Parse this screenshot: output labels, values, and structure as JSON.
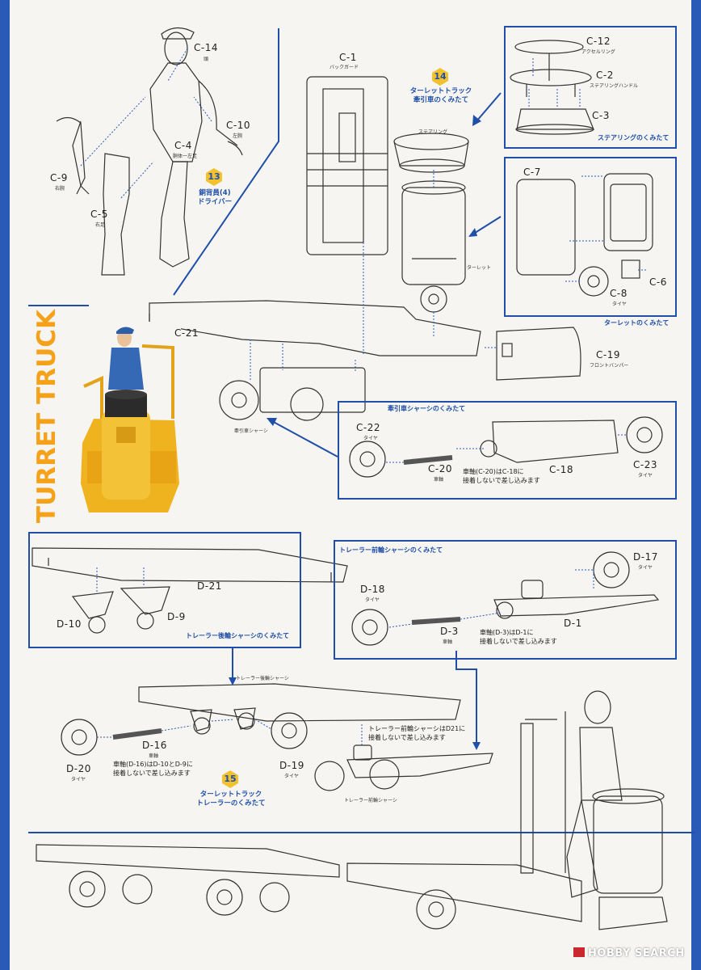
{
  "vertical_title": "TURRET TRUCK",
  "steps": {
    "s13": {
      "number": "13",
      "title": "銅背員(4)",
      "subtitle": "ドライバー"
    },
    "s14": {
      "number": "14",
      "title": "ターレットトラック",
      "subtitle": "牽引車のくみたて"
    },
    "s15": {
      "number": "15",
      "title": "ターレットトラック",
      "subtitle": "トレーラーのくみたて"
    }
  },
  "driver_parts": {
    "c14": {
      "code": "C-14",
      "name": "頭"
    },
    "c10": {
      "code": "C-10",
      "name": "左腕"
    },
    "c4": {
      "code": "C-4",
      "name": "胴体一左足"
    },
    "c9": {
      "code": "C-9",
      "name": "右腕"
    },
    "c5": {
      "code": "C-5",
      "name": "右足"
    }
  },
  "truck_parts": {
    "c1": {
      "code": "C-1",
      "name": "バックガード"
    },
    "steering": {
      "name": "ステアリング"
    },
    "turret": {
      "name": "ターレット"
    },
    "c21": {
      "code": "C-21"
    },
    "chassis": {
      "name": "牽引車シャーシ"
    },
    "c19": {
      "code": "C-19",
      "name": "フロントバンパー"
    }
  },
  "steering_box": {
    "c12": {
      "code": "C-12",
      "name": "アクセルリング"
    },
    "c2": {
      "code": "C-2",
      "name": "ステアリングハンドル"
    },
    "c3": {
      "code": "C-3"
    },
    "caption": "ステアリングのくみたて"
  },
  "turret_box": {
    "c7": {
      "code": "C-7"
    },
    "c8": {
      "code": "C-8",
      "name": "タイヤ"
    },
    "c6": {
      "code": "C-6"
    },
    "caption": "ターレットのくみたて"
  },
  "chassis_box": {
    "caption": "牽引車シャーシのくみたて",
    "c22": {
      "code": "C-22",
      "name": "タイヤ"
    },
    "c20": {
      "code": "C-20",
      "name": "車軸"
    },
    "c18": {
      "code": "C-18"
    },
    "c23": {
      "code": "C-23",
      "name": "タイヤ"
    },
    "note_line1": "車軸(C-20)はC-18に",
    "note_line2": "接着しないで差し込みます"
  },
  "rear_box": {
    "d21": {
      "code": "D-21"
    },
    "d10": {
      "code": "D-10"
    },
    "d9": {
      "code": "D-9"
    },
    "caption": "トレーラー後輪シャーシのくみたて"
  },
  "front_box": {
    "caption": "トレーラー前輪シャーシのくみたて",
    "d17": {
      "code": "D-17",
      "name": "タイヤ"
    },
    "d18": {
      "code": "D-18",
      "name": "タイヤ"
    },
    "d3": {
      "code": "D-3",
      "name": "車軸"
    },
    "d1": {
      "code": "D-1"
    },
    "note_line1": "車軸(D-3)はD-1に",
    "note_line2": "接着しないで差し込みます"
  },
  "trailer": {
    "rear_chassis_label": "トレーラー後輪シャーシ",
    "front_chassis_label": "トレーラー前輪シャーシ",
    "d16": {
      "code": "D-16",
      "name": "車軸"
    },
    "d20": {
      "code": "D-20",
      "name": "タイヤ"
    },
    "d19": {
      "code": "D-19",
      "name": "タイヤ"
    },
    "note_a_line1": "車軸(D-16)はD-10とD-9に",
    "note_a_line2": "接着しないで差し込みます",
    "note_b_line1": "トレーラー前輪シャーシはD21に",
    "note_b_line2": "接着しないで差し込みます"
  },
  "watermark": "HOBBY SEARCH",
  "colors": {
    "accent_blue": "#1f4fa8",
    "badge_yellow": "#f2c12e",
    "turret_yellow": "#f0b320",
    "title_orange": "#f5a21a"
  }
}
